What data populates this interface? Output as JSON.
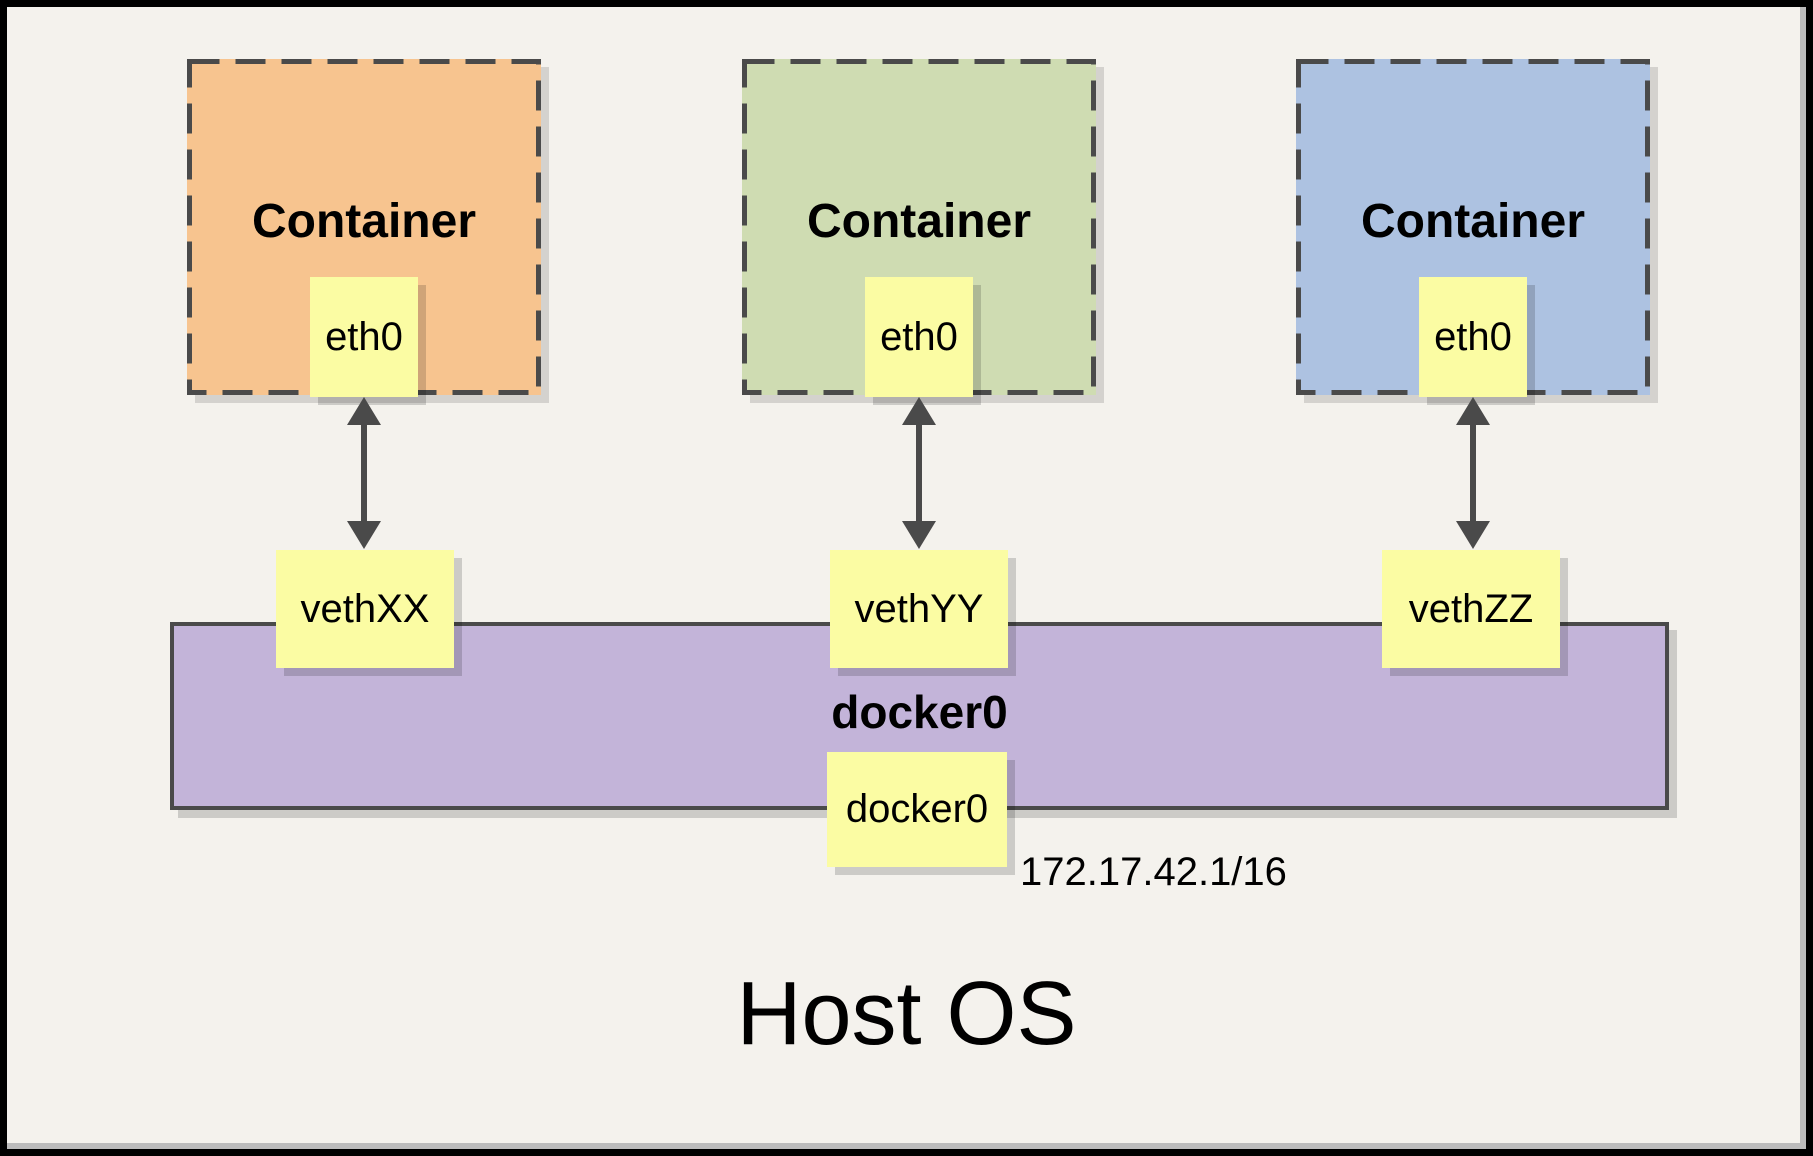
{
  "colors": {
    "background": "#F4F2ED",
    "frame_border": "#000000",
    "container_orange": "#F7C48F",
    "container_green": "#CFDCB2",
    "container_blue": "#ADC2E1",
    "interface_yellow": "#FBFCA3",
    "bridge_purple": "#C3B4D9",
    "stroke_dark": "#4A4A4A"
  },
  "diagram": {
    "host_label": "Host OS",
    "containers": [
      {
        "label": "Container",
        "interface": "eth0",
        "veth": "vethXX"
      },
      {
        "label": "Container",
        "interface": "eth0",
        "veth": "vethYY"
      },
      {
        "label": "Container",
        "interface": "eth0",
        "veth": "vethZZ"
      }
    ],
    "bridge": {
      "name": "docker0",
      "interface": "docker0",
      "ip": "172.17.42.1/16"
    }
  }
}
